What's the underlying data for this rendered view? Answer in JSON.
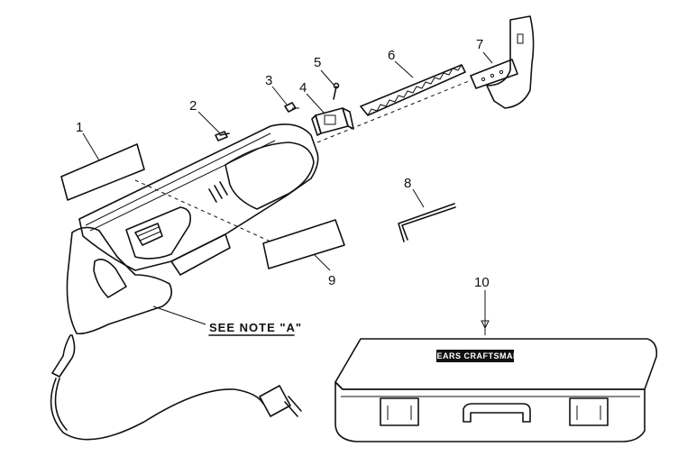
{
  "callouts": {
    "c1": "1",
    "c2": "2",
    "c3": "3",
    "c4": "4",
    "c5": "5",
    "c6": "6",
    "c7": "7",
    "c8": "8",
    "c9": "9",
    "c10": "10"
  },
  "note": "SEE NOTE \"A\"",
  "case_brand": "SEARS CRAFTSMAN",
  "colors": {
    "ink": "#111111",
    "paper": "#ffffff",
    "stipple": "#333333"
  }
}
